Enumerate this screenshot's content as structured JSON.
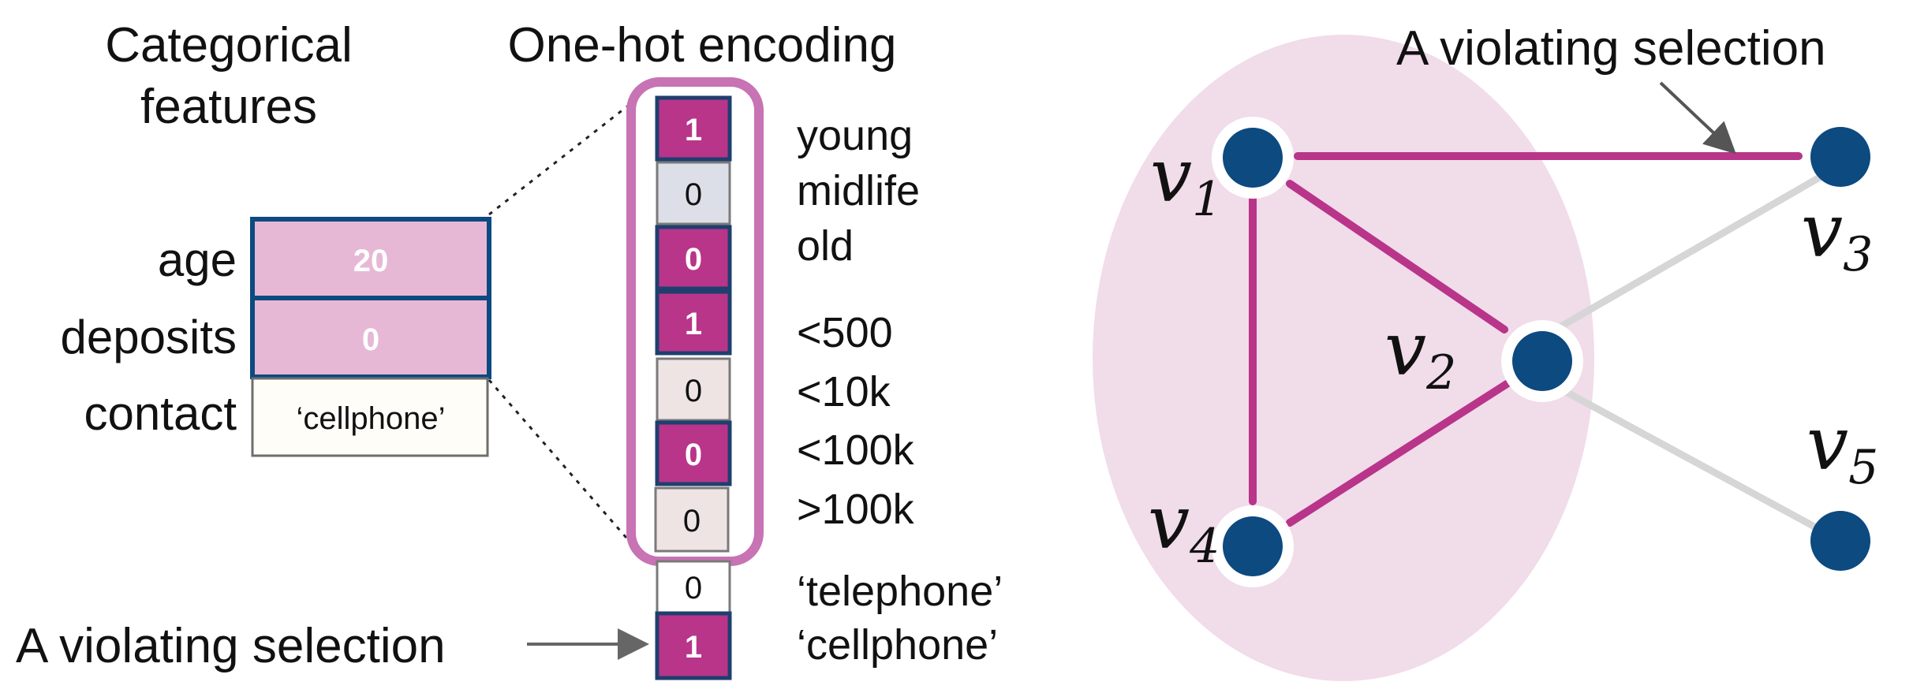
{
  "left_panel": {
    "heading_categorical_line1": "Categorical",
    "heading_categorical_line2": "features",
    "heading_onehot": "One-hot encoding",
    "features": [
      {
        "name": "age",
        "value": "20",
        "highlighted": true
      },
      {
        "name": "deposits",
        "value": "0",
        "highlighted": true
      },
      {
        "name": "contact",
        "value": "‘cellphone’",
        "highlighted": false
      }
    ],
    "encoding": [
      {
        "bit": "1",
        "label": "young",
        "selected": true
      },
      {
        "bit": "0",
        "label": "midlife",
        "selected": false
      },
      {
        "bit": "0",
        "label": "old",
        "selected": true
      },
      {
        "bit": "1",
        "label": "<500",
        "selected": true
      },
      {
        "bit": "0",
        "label": "<10k",
        "selected": false
      },
      {
        "bit": "0",
        "label": "<100k",
        "selected": true
      },
      {
        "bit": "0",
        "label": ">100k",
        "selected": false
      },
      {
        "bit": "0",
        "label": "‘telephone’",
        "selected": false
      },
      {
        "bit": "1",
        "label": "‘cellphone’",
        "selected": true
      }
    ],
    "violating_label": "A violating selection"
  },
  "right_panel": {
    "violating_label": "A violating selection",
    "nodes": [
      {
        "id": "v1",
        "base": "v",
        "sub": "1",
        "in_selection": true
      },
      {
        "id": "v2",
        "base": "v",
        "sub": "2",
        "in_selection": true
      },
      {
        "id": "v3",
        "base": "v",
        "sub": "3",
        "in_selection": false
      },
      {
        "id": "v4",
        "base": "v",
        "sub": "4",
        "in_selection": true
      },
      {
        "id": "v5",
        "base": "v",
        "sub": "5",
        "in_selection": false
      }
    ],
    "edges": [
      {
        "from": "v1",
        "to": "v3",
        "violating": true
      },
      {
        "from": "v1",
        "to": "v2",
        "violating": true
      },
      {
        "from": "v1",
        "to": "v4",
        "violating": true
      },
      {
        "from": "v2",
        "to": "v4",
        "violating": true
      },
      {
        "from": "v2",
        "to": "v3",
        "violating": false
      },
      {
        "from": "v2",
        "to": "v5",
        "violating": false
      }
    ]
  },
  "colors": {
    "magenta": "#b8358a",
    "pink_fill": "#e6b8d6",
    "light_pink": "#f1dcea",
    "navy": "#0c4a80",
    "gray_edge": "#d6d6d6",
    "cell_gray": "#dcdfe7",
    "cell_pinkish": "#eee4e4"
  }
}
